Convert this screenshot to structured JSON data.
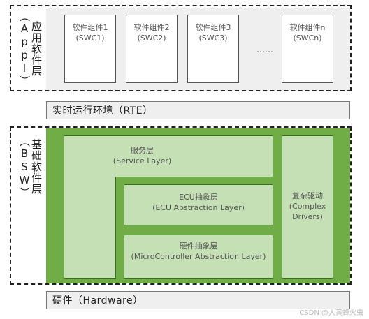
{
  "application_layer": {
    "label": "应用软件层（Appl）",
    "components": [
      {
        "name": "软件组件1",
        "code": "(SWC1)"
      },
      {
        "name": "软件组件2",
        "code": "(SWC2)"
      },
      {
        "name": "软件组件3",
        "code": "(SWC3)"
      },
      {
        "name": "软件组件n",
        "code": "(SWCn)"
      }
    ],
    "ellipsis": "……"
  },
  "rte": {
    "label": "实时运行环境（RTE）"
  },
  "bsw": {
    "label": "基础软件层（BSW）",
    "service_layer": {
      "title": "服务层",
      "subtitle": "(Service Layer)"
    },
    "ecu_abstraction": {
      "title": "ECU抽象层",
      "subtitle": "(ECU Abstraction Layer)"
    },
    "mcal": {
      "title": "硬件抽象层",
      "subtitle": "(MicroController Abstraction Layer)"
    },
    "complex_drivers": {
      "title": "复杂驱动",
      "subtitle": "(Complex Drivers)"
    }
  },
  "hardware": {
    "label": "硬件（Hardware）"
  },
  "watermark": "CSDN @大黄蜂火虫",
  "colors": {
    "bsw_green": "#70ad47",
    "module_fill": "#c5e0b4",
    "app_background": "#efefef"
  }
}
